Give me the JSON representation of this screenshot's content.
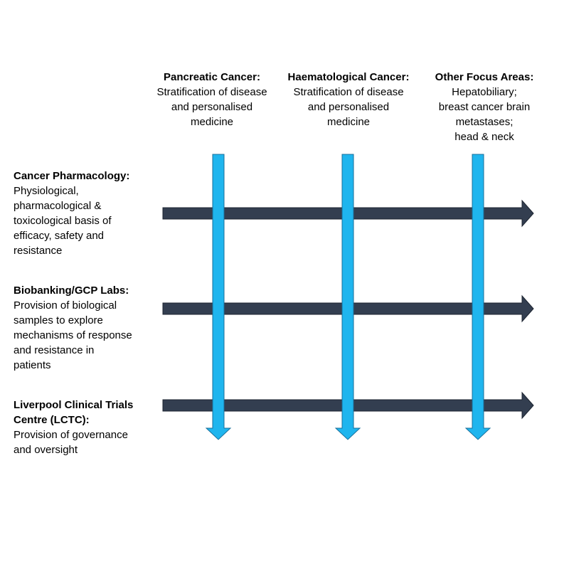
{
  "colors": {
    "row_arrow_fill": "#333e50",
    "row_arrow_stroke": "#1c2430",
    "column_arrow_fill": "#1fb5ee",
    "column_arrow_stroke": "#1a6f9a"
  },
  "columns": [
    {
      "title": "Pancreatic Cancer:",
      "lines": [
        "Stratification of disease",
        "and personalised",
        "medicine"
      ]
    },
    {
      "title": "Haematological Cancer:",
      "lines": [
        "Stratification of disease",
        "and personalised",
        "medicine"
      ]
    },
    {
      "title": "Other Focus Areas:",
      "lines": [
        "Hepatobiliary;",
        "breast cancer brain",
        "metastases;",
        "head & neck"
      ]
    }
  ],
  "rows": [
    {
      "title_lines": [
        "Cancer Pharmacology:"
      ],
      "lines": [
        "Physiological,",
        "pharmacological &",
        "toxicological basis of",
        "efficacy, safety and",
        "resistance"
      ]
    },
    {
      "title_lines": [
        "Biobanking/GCP Labs:"
      ],
      "lines": [
        "Provision of biological",
        "samples to explore",
        "mechanisms of response",
        "and resistance in",
        "patients"
      ]
    },
    {
      "title_lines": [
        "Liverpool Clinical Trials",
        "Centre (LCTC):"
      ],
      "lines": [
        "Provision of governance",
        "and oversight"
      ]
    }
  ]
}
